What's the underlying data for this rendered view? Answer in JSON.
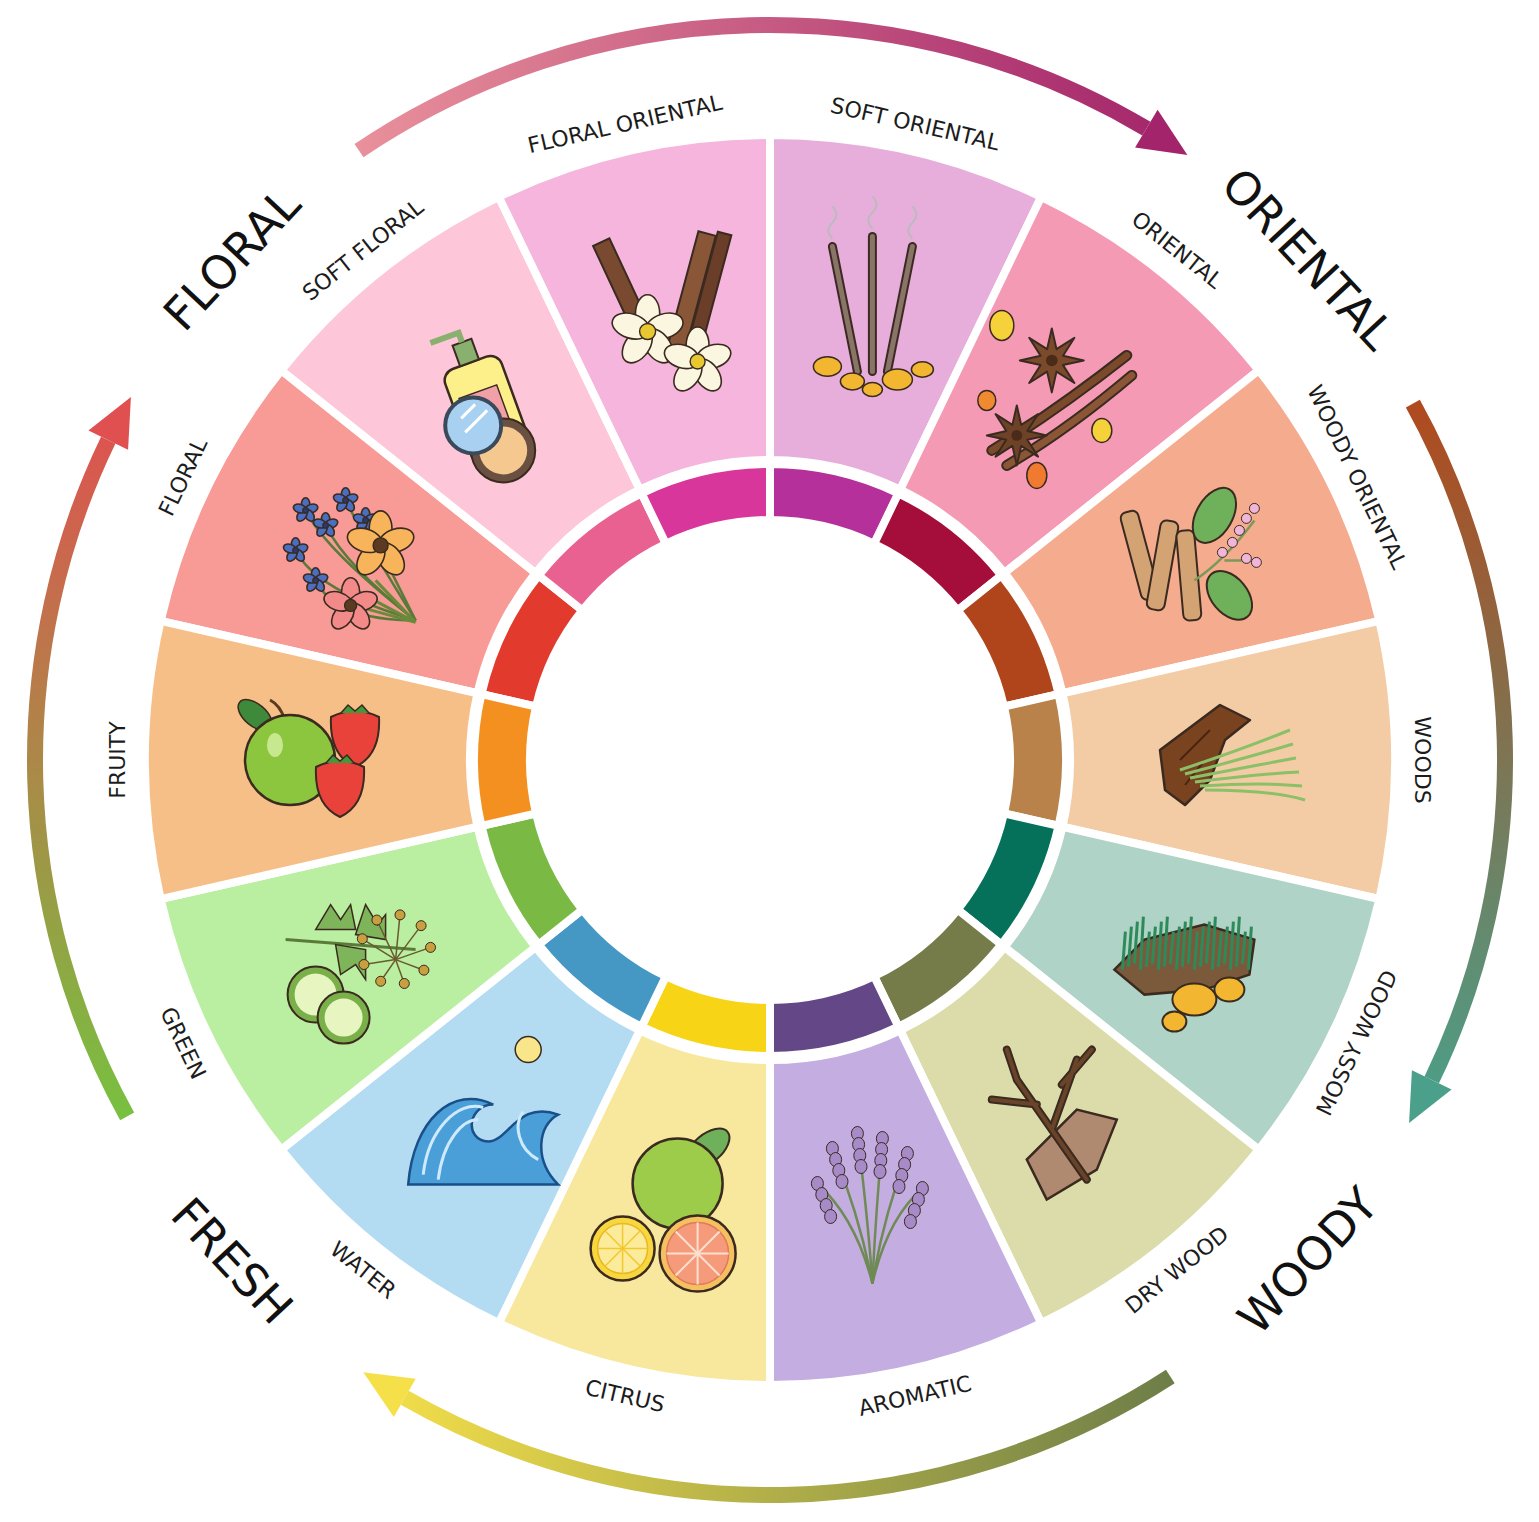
{
  "diagram": {
    "nodes": [
      {
        "text": [
          "FLORAL"
        ]
      },
      {
        "text": [
          "SOFT FLORAL"
        ]
      },
      {
        "text": [
          "FLORAL ORIENTAL"
        ]
      },
      {
        "text": [
          "SOFT ORIENTAL"
        ]
      },
      {
        "text": [
          "ORIENTAL"
        ]
      },
      {
        "text": [
          "WOODY ORIENTAL"
        ]
      },
      {
        "text": [
          "WOODS"
        ]
      },
      {
        "text": [
          "MOSSY WOOD"
        ]
      },
      {
        "text": [
          "DRY WOOD"
        ]
      },
      {
        "text": [
          "AROMATIC"
        ]
      },
      {
        "text": [
          "CITRUS"
        ]
      },
      {
        "text": [
          "WATER"
        ]
      },
      {
        "text": [
          "GREEN"
        ]
      },
      {
        "text": [
          "FRUITY"
        ]
      }
    ],
    "labels": [
      "FLORAL",
      "ORIENTAL",
      "WOODY",
      "FRESH"
    ]
  }
}
